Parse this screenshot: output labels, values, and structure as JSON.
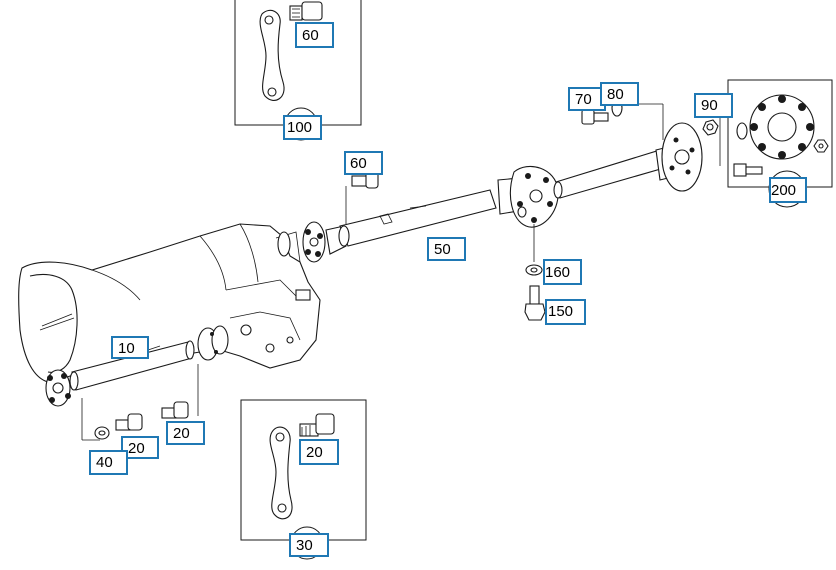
{
  "callouts": {
    "c10": "10",
    "c20a": "20",
    "c20b": "20",
    "c20c": "20",
    "c30": "30",
    "c40": "40",
    "c50": "50",
    "c60a": "60",
    "c60b": "60",
    "c70": "70",
    "c80": "80",
    "c90": "90",
    "c100": "100",
    "c150": "150",
    "c160": "160",
    "c200": "200"
  },
  "colors": {
    "callout_border": "#1f78b4",
    "line": "#1a1a1a",
    "background": "#ffffff"
  }
}
